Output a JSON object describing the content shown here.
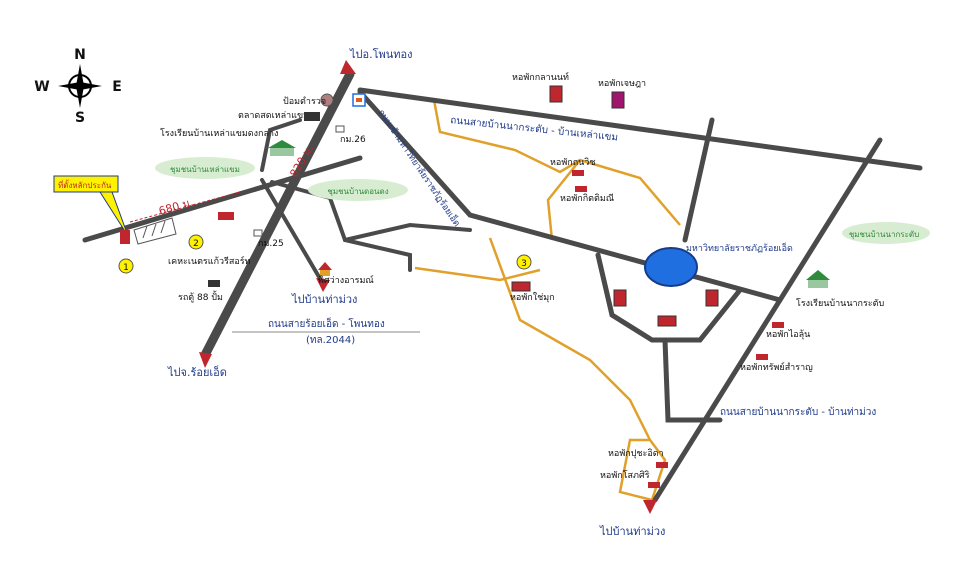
{
  "compass": {
    "n": "N",
    "s": "S",
    "e": "E",
    "w": "W"
  },
  "colors": {
    "main_road": "#4a4a4a",
    "minor_road": "#e0a02a",
    "label_blue": "#1f3a8a",
    "pin": "#c0262d",
    "lake": "#1f6fe0",
    "community_cloud": "#d8ecd2",
    "community_text": "#2e8b3b",
    "callout_fill": "#fff200"
  },
  "roads": {
    "to_phon_thong": "ไปอ.โพนทอง",
    "to_roi_et": "ไปจ.ร้อยเอ็ด",
    "to_ban_tha_muang_west": "ไปบ้านท่าม่วง",
    "to_ban_tha_muang_south": "ไปบ้านท่าม่วง",
    "road_na_krasaeng_laem": "ถนนสายบ้านนากระตับ - บ้านเหล่าแขม",
    "road_university": "ถนนเข้ามหาวิทยาลัยราชภัฏร้อยเอ็ด",
    "road_roiet_phonthong": "ถนนสายร้อยเอ็ด - โพนทอง",
    "road_number": "(ทล.2044)",
    "road_na_krasaeng_tha_muang": "ถนนสายบ้านนากระตับ - บ้านท่าม่วง"
  },
  "distances": {
    "d680": "680 ม.",
    "d820": "820 ม."
  },
  "km_markers": {
    "km25": "กม.25",
    "km26": "กม.26"
  },
  "callout": {
    "text": "ที่ตั้งหลักประกัน"
  },
  "markers": {
    "m1": "1",
    "m2": "2",
    "m3": "3"
  },
  "university": "มหาวิทยาลัยราชภัฏร้อยเอ็ด",
  "communities": {
    "laem": "ชุมชนบ้านเหล่าแขม",
    "don_dong": "ชุมชนบ้านดอนดง",
    "na_krasaeng": "ชุมชนบ้านนากระตับ"
  },
  "places": {
    "police_box": "ป้อมตำรวจ",
    "market": "ตลาดสดเหล่าแขม",
    "school_laem": "โรงเรียนบ้านเหล่าแขมดงกลาง",
    "dorm_klanan": "หอพักกลานนท์",
    "dorm_wichaya": "หอพักเจษฎา",
    "dorm_kanwit": "หอพักถนวิช",
    "dorm_kittamanee": "หอพักกิตติมณี",
    "dorm_chaimuk": "หอพักใช่มุก",
    "temple": "พิศว่างอารมณ์",
    "school_na_krasaeng": "โรงเรียนบ้านนากระตับ",
    "dorm_olan": "หอพักไอลุ้น",
    "dorm_sapsamran": "หอพักทรัพย์สำราญ",
    "dorm_pucha": "หอพักปุชะอิดา",
    "dorm_soksiri": "หอพักโสภศิริ",
    "village": "เคหะเนตรแก้วรีสอร์ท",
    "van": "รถตู้ 88 ปั้ม"
  }
}
